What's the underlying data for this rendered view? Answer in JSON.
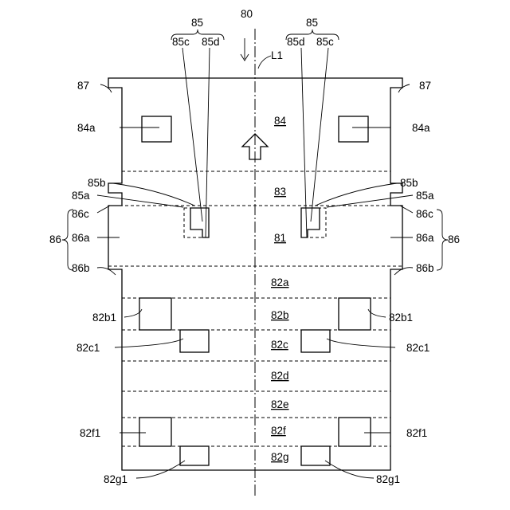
{
  "labels": {
    "main": "80",
    "axis": "L1",
    "group85_left": "85",
    "group85_right": "85",
    "c85_left": "85c",
    "d85_left": "85d",
    "d85_right": "85d",
    "c85_right": "85c",
    "n87_left": "87",
    "n87_right": "87",
    "n84a_left": "84a",
    "n84a_right": "84a",
    "n85b_left": "85b",
    "n85b_right": "85b",
    "n85a_left": "85a",
    "n85a_right": "85a",
    "n86c_left": "86c",
    "n86c_right": "86c",
    "n86_left": "86",
    "n86_right": "86",
    "n86a_left": "86a",
    "n86a_right": "86a",
    "n86b_left": "86b",
    "n86b_right": "86b",
    "n82b1_left": "82b1",
    "n82b1_right": "82b1",
    "n82c1_left": "82c1",
    "n82c1_right": "82c1",
    "n82f1_left": "82f1",
    "n82f1_right": "82f1",
    "n82g1_left": "82g1",
    "n82g1_right": "82g1"
  },
  "zones": {
    "z84": "84",
    "z83": "83",
    "z81": "81",
    "z82a": "82a",
    "z82b": "82b",
    "z82c": "82c",
    "z82d": "82d",
    "z82e": "82e",
    "z82f": "82f",
    "z82g": "82g"
  }
}
